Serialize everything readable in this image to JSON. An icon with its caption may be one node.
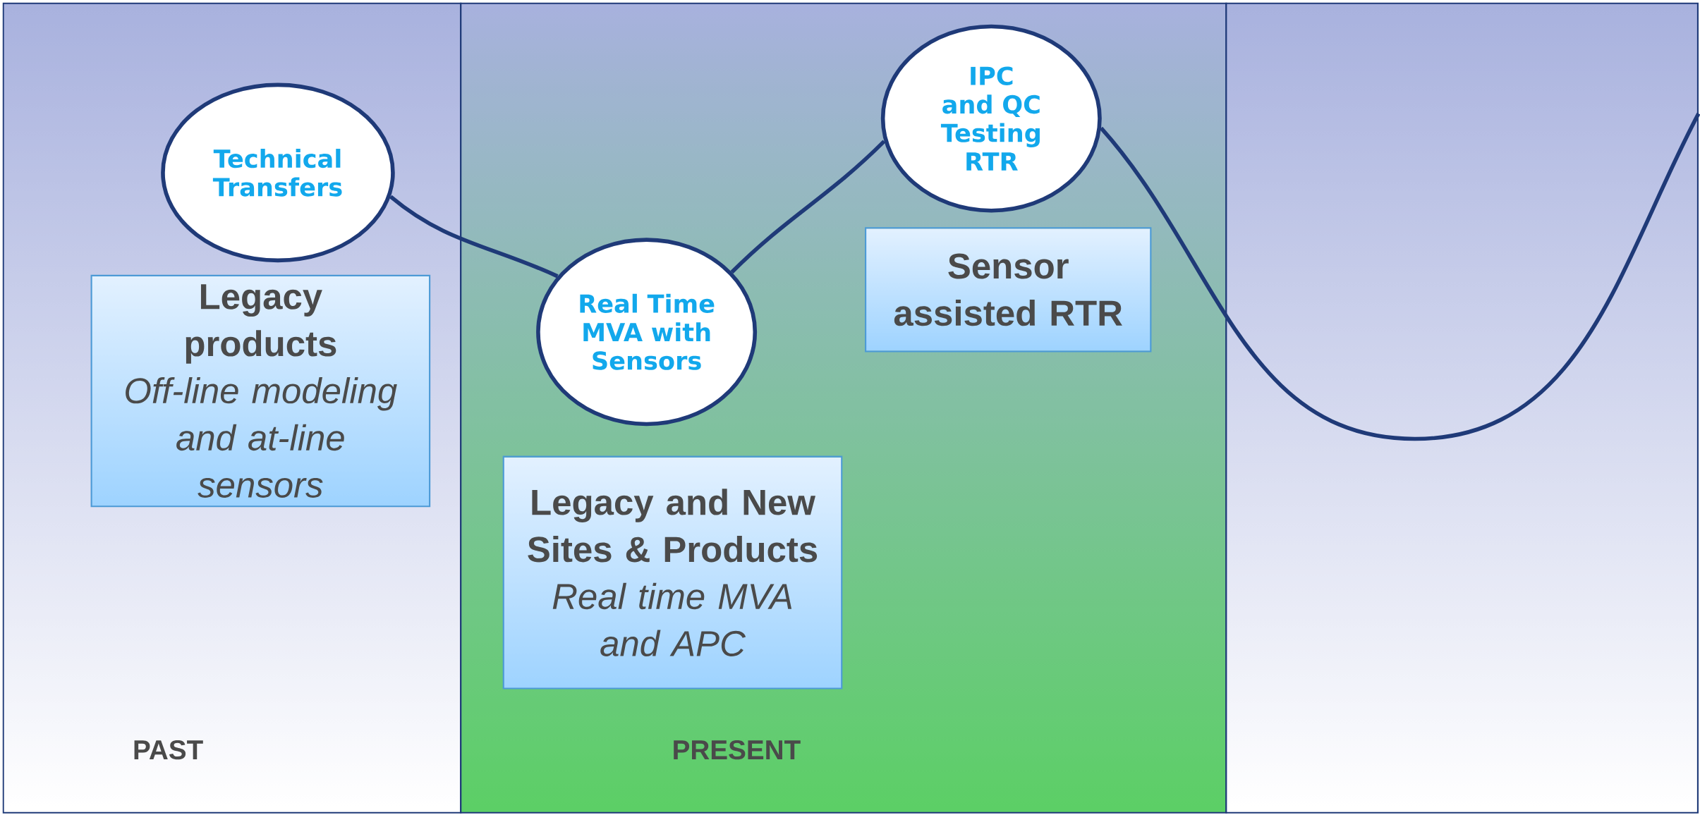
{
  "diagram": {
    "nodes": [
      {
        "text": [
          "PAST"
        ]
      },
      {
        "text": [
          "PRESENT"
        ]
      },
      {
        "text": [],
        "shape": "box"
      },
      {
        "text": [
          "Technical Transfers"
        ],
        "in": 0
      },
      {
        "text": [
          "Legacy products",
          "Off-line modeling and at-line sensors"
        ],
        "in": 0
      },
      {
        "text": [
          "Real Time MVA with Sensors"
        ],
        "in": 1
      },
      {
        "text": [
          "IPC and QC Testing RTR"
        ],
        "in": 1
      },
      {
        "text": [
          "Sensor assisted RTR"
        ],
        "in": 1
      },
      {
        "text": [
          "Legacy and New Sites & Products",
          "Real time MVA and APC"
        ],
        "in": 1
      }
    ],
    "edges": [
      {
        "from": 3,
        "to": 5,
        "arrow": "none"
      },
      {
        "from": 5,
        "to": 6,
        "arrow": "none"
      },
      {
        "from": 6,
        "to": 2,
        "arrow": "none"
      }
    ]
  }
}
